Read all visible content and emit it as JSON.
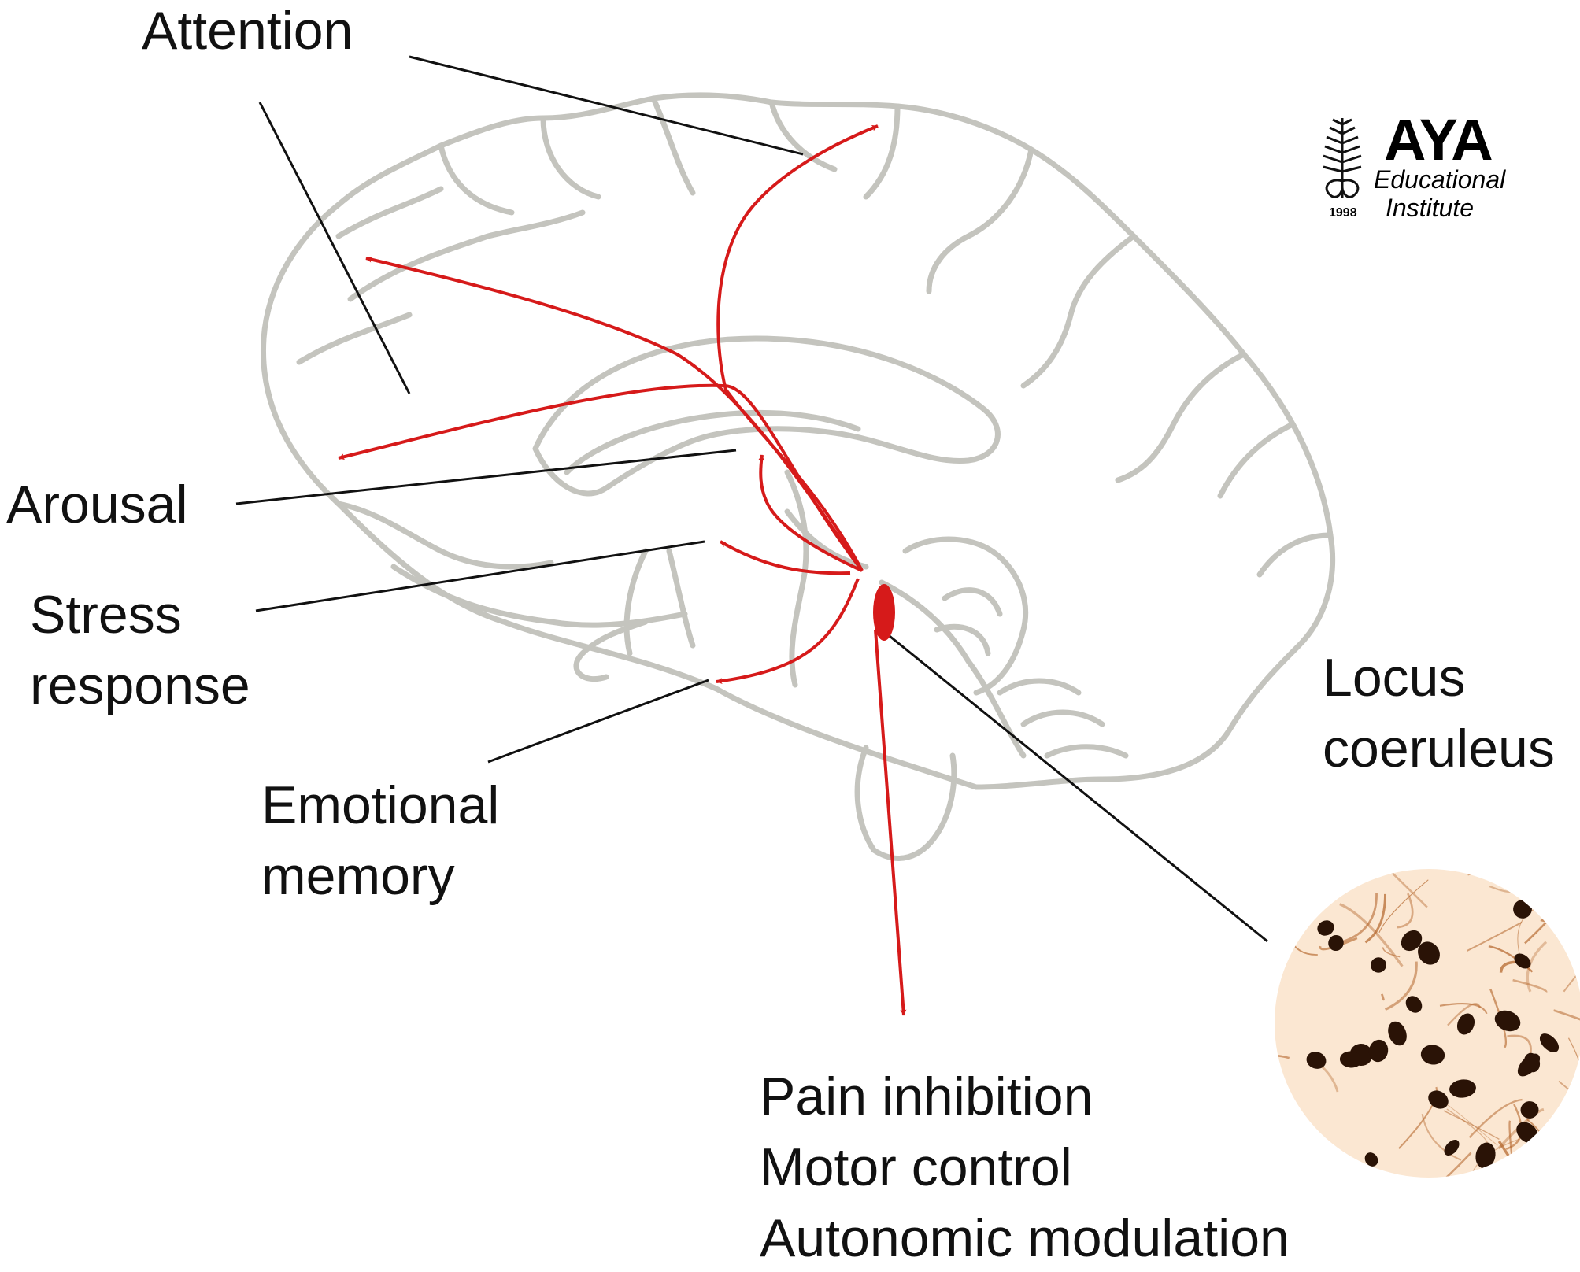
{
  "labels": {
    "attention": "Attention",
    "arousal": "Arousal",
    "stress_line1": "Stress",
    "stress_line2": "response",
    "emotional_line1": "Emotional",
    "emotional_line2": "memory",
    "locus_line1": "Locus",
    "locus_line2": "coeruleus",
    "functions": [
      "Pain inhibition",
      "Motor control",
      "Autonomic modulation"
    ]
  },
  "logo": {
    "name": "AYA",
    "line1": "Educational",
    "line2": "Institute",
    "year": "1998"
  },
  "colors": {
    "brain_outline": "#c4c4be",
    "projection": "#d61a1a",
    "leader": "#111111",
    "micrograph_bg": "#fbe7d2",
    "micrograph_cell": "#2a1306"
  }
}
